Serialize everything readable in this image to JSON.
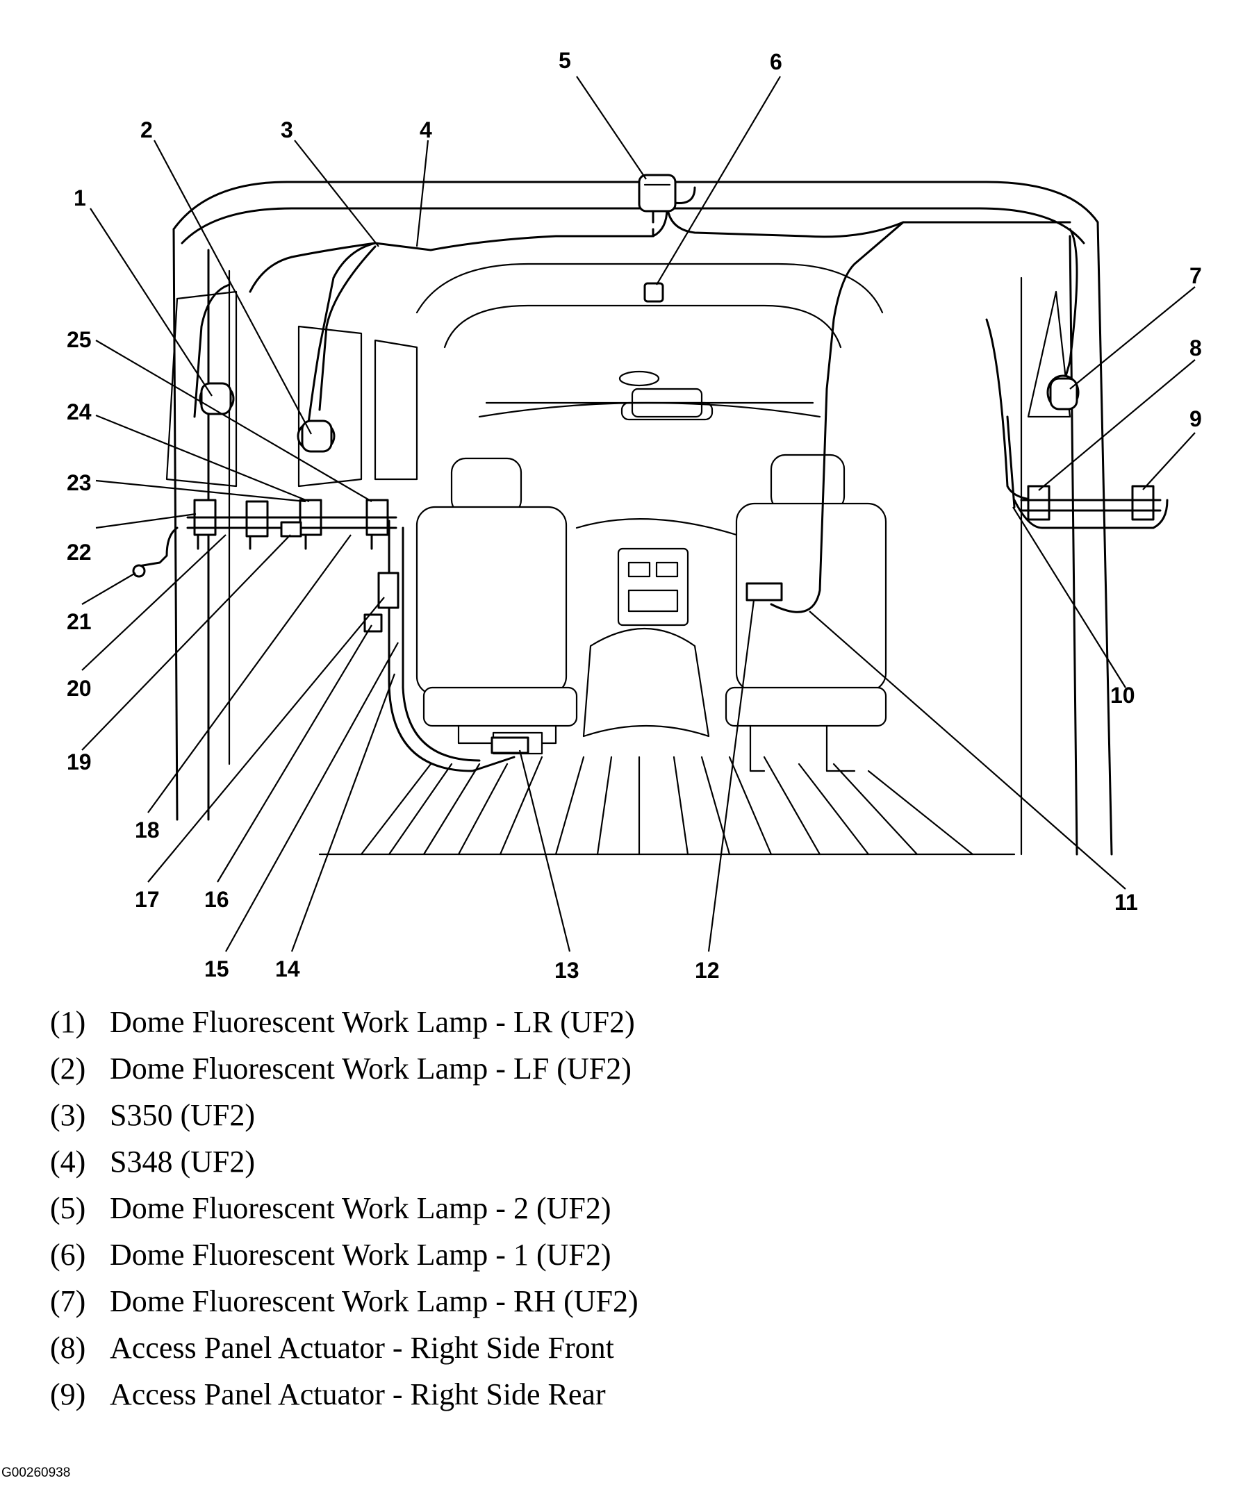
{
  "figure": {
    "callouts": [
      "1",
      "2",
      "3",
      "4",
      "5",
      "6",
      "7",
      "8",
      "9",
      "10",
      "11",
      "12",
      "13",
      "14",
      "15",
      "16",
      "17",
      "18",
      "19",
      "20",
      "21",
      "22",
      "23",
      "24",
      "25"
    ],
    "legend": [
      {
        "num": "(1)",
        "text": "Dome Fluorescent Work Lamp - LR (UF2)"
      },
      {
        "num": "(2)",
        "text": "Dome Fluorescent Work Lamp - LF (UF2)"
      },
      {
        "num": "(3)",
        "text": "S350 (UF2)"
      },
      {
        "num": "(4)",
        "text": "S348 (UF2)"
      },
      {
        "num": "(5)",
        "text": "Dome Fluorescent Work Lamp - 2 (UF2)"
      },
      {
        "num": "(6)",
        "text": "Dome Fluorescent Work Lamp - 1 (UF2)"
      },
      {
        "num": "(7)",
        "text": "Dome Fluorescent Work Lamp - RH (UF2)"
      },
      {
        "num": "(8)",
        "text": "Access Panel Actuator - Right Side Front"
      },
      {
        "num": "(9)",
        "text": "Access Panel Actuator - Right Side Rear"
      }
    ],
    "image_id": "G00260938"
  }
}
